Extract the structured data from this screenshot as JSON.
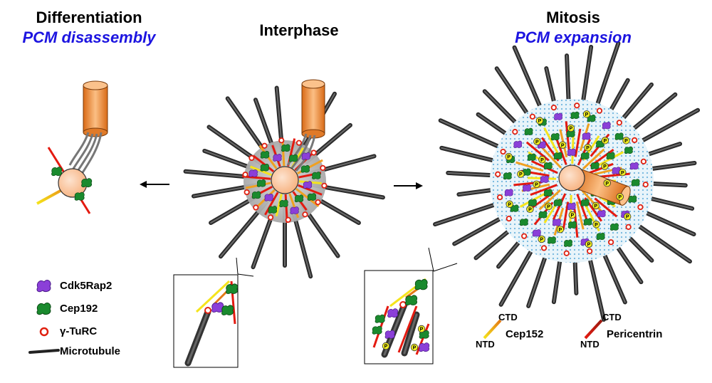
{
  "panels": {
    "differentiation": {
      "title": "Differentiation",
      "subtitle": "PCM disassembly"
    },
    "interphase": {
      "title": "Interphase"
    },
    "mitosis": {
      "title": "Mitosis",
      "subtitle": "PCM expansion"
    }
  },
  "legend": {
    "items": [
      {
        "label": "Cdk5Rap2",
        "icon": "purple-blob-icon",
        "color": "#8b3fd8"
      },
      {
        "label": "Cep192",
        "icon": "green-blob-icon",
        "color": "#1a8a2e"
      },
      {
        "label": "γ-TuRC",
        "icon": "red-ring-icon",
        "color": "#e02010"
      },
      {
        "label": "Microtubule",
        "icon": "black-bar-icon",
        "color": "#222222"
      }
    ]
  },
  "key": {
    "cep152": {
      "name": "Cep152",
      "ctd": "CTD",
      "ntd": "NTD"
    },
    "pericentrin": {
      "name": "Pericentrin",
      "ctd": "CTD",
      "ntd": "NTD"
    }
  },
  "phospho_label": "P",
  "colors": {
    "centriole": "#f0a060",
    "pcm_core": "#fbc9a4",
    "interphase_pcm": "#c4c4c4",
    "mitotic_pcm": "#bfe0ef",
    "title_blue": "#1c14e0"
  }
}
